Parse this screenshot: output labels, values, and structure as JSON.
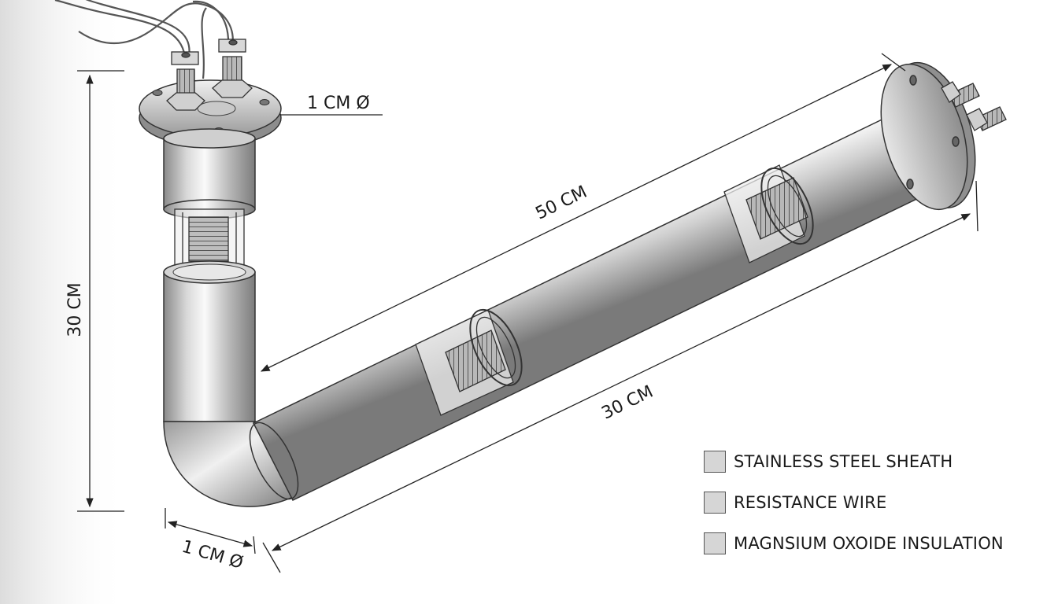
{
  "dimensions": {
    "vertical_height": "30 CM",
    "top_diameter": "1 CM Ø",
    "bottom_diameter": "1 CM Ø",
    "upper_length": "50 CM",
    "lower_length": "30 CM"
  },
  "legend": {
    "items": [
      {
        "label": "STAINLESS STEEL SHEATH",
        "color": "#d6d6d6"
      },
      {
        "label": "RESISTANCE WIRE",
        "color": "#d6d6d6"
      },
      {
        "label": "MAGNSIUM OXOIDE INSULATION",
        "color": "#d6d6d6"
      }
    ]
  },
  "colors": {
    "steel_light": "#f4f4f4",
    "steel_mid": "#bdbdbd",
    "steel_dark": "#7a7a7a",
    "line": "#222222"
  }
}
